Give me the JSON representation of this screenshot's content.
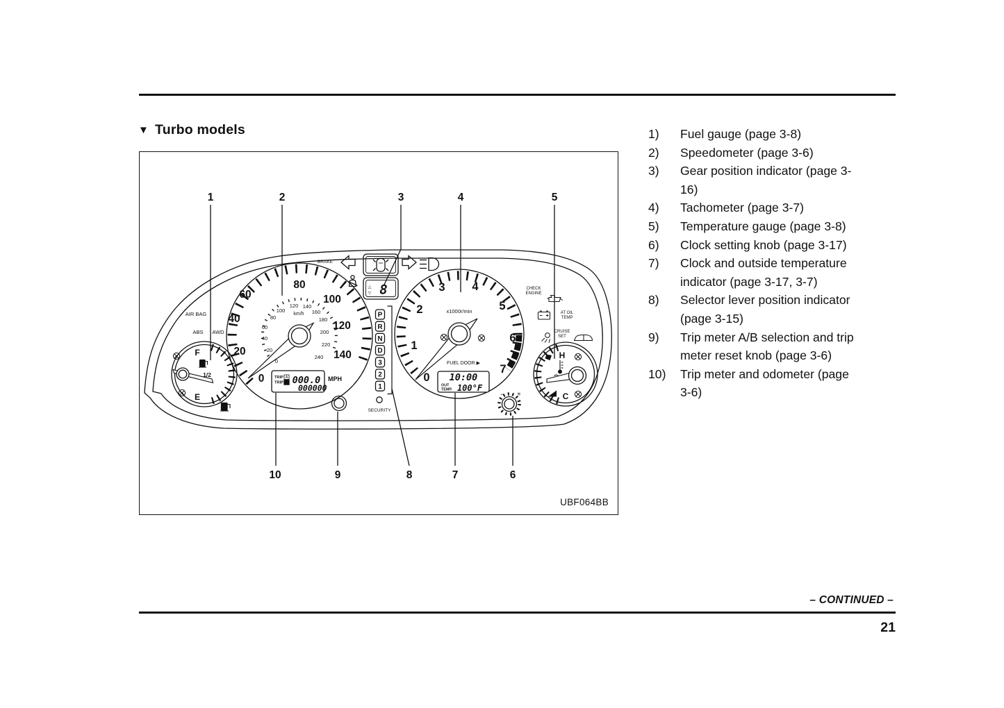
{
  "page": {
    "title_marker": "▼",
    "title": "Turbo models",
    "figure_code": "UBF064BB",
    "continued": "– CONTINUED –",
    "page_number": "21"
  },
  "legend": {
    "items": [
      {
        "num": "1)",
        "lines": [
          "Fuel gauge (page 3-8)",
          ""
        ]
      },
      {
        "num": "2)",
        "lines": [
          "Speedometer (page 3-6)",
          ""
        ]
      },
      {
        "num": "3)",
        "lines": [
          "Gear position indicator (page 3-",
          "16)"
        ]
      },
      {
        "num": "4)",
        "lines": [
          "Tachometer (page 3-7)",
          ""
        ]
      },
      {
        "num": "5)",
        "lines": [
          "Temperature gauge (page 3-8)",
          ""
        ]
      },
      {
        "num": "6)",
        "lines": [
          "Clock setting knob (page 3-17)",
          ""
        ]
      },
      {
        "num": "7)",
        "lines": [
          "Clock and outside temperature",
          "indicator (page 3-17, 3-7)"
        ]
      },
      {
        "num": "8)",
        "lines": [
          "Selector lever position indicator",
          "(page 3-15)"
        ]
      },
      {
        "num": "9)",
        "lines": [
          "Trip meter A/B selection and trip",
          "meter reset knob (page 3-6)"
        ]
      },
      {
        "num": "10)",
        "lines": [
          "Trip meter and odometer (page",
          "3-6)"
        ]
      }
    ]
  },
  "callouts": {
    "top": [
      "1",
      "2",
      "3",
      "4",
      "5"
    ],
    "bottom": [
      "10",
      "9",
      "8",
      "7",
      "6"
    ]
  },
  "cluster": {
    "labels": {
      "brake": "BRAKE",
      "air_bag": "AIR BAG",
      "abs": "ABS",
      "awd": "AWD",
      "check_engine_line1": "CHECK",
      "check_engine_line2": "ENGINE",
      "at_oil_line1": "AT OIL",
      "at_oil_line2": "TEMP",
      "cruise_line1": "CRUISE",
      "cruise_line2": "SET",
      "security": "SECURITY"
    },
    "fuel_gauge": {
      "full": "F",
      "half": "1/2",
      "empty": "E"
    },
    "speedometer": {
      "mph_numbers": [
        "0",
        "20",
        "40",
        "60",
        "80",
        "100",
        "120",
        "140"
      ],
      "kmh_numbers": [
        "0",
        "20",
        "40",
        "60",
        "80",
        "100",
        "120",
        "140",
        "160",
        "180",
        "200",
        "220",
        "240"
      ],
      "kmh_label": "km/h",
      "mph_label": "MPH"
    },
    "odometer_display": {
      "trip_label_a": "TRIP",
      "trip_tag_a": "A",
      "trip_label_b": "TRIP",
      "trip_tag_b": "B",
      "trip_value": "000.0",
      "odo_value": "000000"
    },
    "gear_display": {
      "value": "8",
      "up_arrow": "△",
      "down_arrow": "▽"
    },
    "selector_positions": [
      "P",
      "R",
      "N",
      "D",
      "3",
      "2",
      "1"
    ],
    "tachometer": {
      "numbers": [
        "0",
        "1",
        "2",
        "3",
        "4",
        "5",
        "6",
        "7"
      ],
      "unit": "x1000r/min",
      "fuel_door": "FUEL DOOR ▶"
    },
    "clock_display": {
      "time": "10:00",
      "out_label": "OUT",
      "temp_label": "TEMP.",
      "out_temp_value": "100°F"
    },
    "temp_gauge": {
      "hot": "H",
      "cold": "C"
    },
    "clock_knob": {
      "minus": "−",
      "star": "✳"
    }
  },
  "icons": {
    "left-turn-icon": "outline arrow left",
    "right-turn-icon": "outline arrow right",
    "high-beam-icon": "headlamp with beams",
    "seat-belt-icon": "occupant with belt",
    "car-top-view-icon": "vehicle seen from above",
    "fuel-pump-icon": "fuel pump",
    "screw-icon": "circle with cross",
    "oil-pressure-icon": "oil can",
    "battery-icon": "battery",
    "lamp-washer-icon": "lamp with spray",
    "door-ajar-icon": "car silhouette",
    "coolant-temp-icon": "thermometer in liquid"
  }
}
